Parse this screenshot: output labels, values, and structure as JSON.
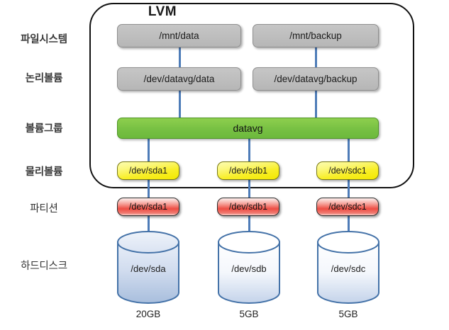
{
  "diagram": {
    "title": "LVM",
    "container_name": "lvm-boundary"
  },
  "row_labels": [
    {
      "id": "filesystem",
      "text": "파일시스템"
    },
    {
      "id": "logical-volume",
      "text": "논리볼륨"
    },
    {
      "id": "volume-group",
      "text": "볼륨그룹"
    },
    {
      "id": "physical-volume",
      "text": "물리볼륨"
    },
    {
      "id": "partition",
      "text": "파티션"
    },
    {
      "id": "hard-disk",
      "text": "하드디스크"
    }
  ],
  "filesystems": [
    {
      "label": "/mnt/data"
    },
    {
      "label": "/mnt/backup"
    }
  ],
  "logical_volumes": [
    {
      "label": "/dev/datavg/data"
    },
    {
      "label": "/dev/datavg/backup"
    }
  ],
  "volume_group": {
    "label": "datavg"
  },
  "physical_volumes": [
    {
      "label": "/dev/sda1"
    },
    {
      "label": "/dev/sdb1"
    },
    {
      "label": "/dev/sdc1"
    }
  ],
  "partitions": [
    {
      "label": "/dev/sda1"
    },
    {
      "label": "/dev/sdb1"
    },
    {
      "label": "/dev/sdc1"
    }
  ],
  "disks": [
    {
      "label": "/dev/sda",
      "capacity": "20GB"
    },
    {
      "label": "/dev/sdb",
      "capacity": "5GB"
    },
    {
      "label": "/dev/sdc",
      "capacity": "5GB"
    }
  ],
  "colors": {
    "connector": "#4e7cb8",
    "gray_box": "#bfbfbf",
    "green_box": "#77c043",
    "yellow_box": "#f8ef28",
    "red_box": "#ee4d43",
    "cylinder_stroke": "#4472a8",
    "boundary": "#111111"
  }
}
